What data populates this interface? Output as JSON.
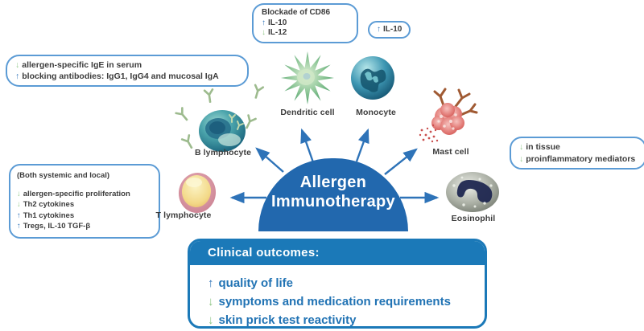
{
  "diagram": {
    "center": {
      "line1": "Allergen",
      "line2": "Immunotherapy"
    },
    "cells": [
      {
        "id": "b-lymphocyte",
        "label": "B lymphocyte"
      },
      {
        "id": "dendritic-cell",
        "label": "Dendritic cell"
      },
      {
        "id": "monocyte",
        "label": "Monocyte"
      },
      {
        "id": "mast-cell",
        "label": "Mast cell"
      },
      {
        "id": "t-lymphocyte",
        "label": "T lymphocyte"
      },
      {
        "id": "eosinophil",
        "label": "Eosinophil"
      }
    ],
    "boxes": {
      "cd86": {
        "title": "Blockade of CD86",
        "lines": [
          {
            "dir": "up",
            "text": "IL-10"
          },
          {
            "dir": "down",
            "text": "IL-12"
          }
        ]
      },
      "il10": {
        "lines": [
          {
            "dir": "up",
            "text": "IL-10"
          }
        ]
      },
      "serum": {
        "lines": [
          {
            "dir": "down",
            "text": "allergen-specific IgE in serum"
          },
          {
            "dir": "up",
            "text": "blocking antibodies: IgG1, IgG4 and mucosal IgA"
          }
        ]
      },
      "systemic": {
        "title": "(Both systemic and local)",
        "lines": [
          {
            "dir": "down",
            "text": "allergen-specific proliferation"
          },
          {
            "dir": "down",
            "text": "Th2 cytokines"
          },
          {
            "dir": "up",
            "text": "Th1 cytokines"
          },
          {
            "dir": "up",
            "text": "Tregs, IL-10 TGF-β"
          }
        ]
      },
      "tissue": {
        "lines": [
          {
            "dir": "down",
            "text": "in tissue"
          },
          {
            "dir": "down",
            "text": "proinflammatory mediators"
          }
        ]
      },
      "clinical": {
        "header": "Clinical outcomes:",
        "lines": [
          {
            "dir": "up",
            "text": "quality of life"
          },
          {
            "dir": "down",
            "text": "symptoms and medication requirements"
          },
          {
            "dir": "down",
            "text": "skin prick test reactivity"
          }
        ]
      }
    },
    "colors": {
      "dome_blue": "#2268ae",
      "arrow_blue": "#2e73b8",
      "arrow_green": "#90c788",
      "box_border_blue": "#5b9bd5",
      "clinical_blue": "#1b79b8",
      "clinical_text_blue": "#2173b4",
      "label_dark": "#3c3c3c"
    }
  }
}
